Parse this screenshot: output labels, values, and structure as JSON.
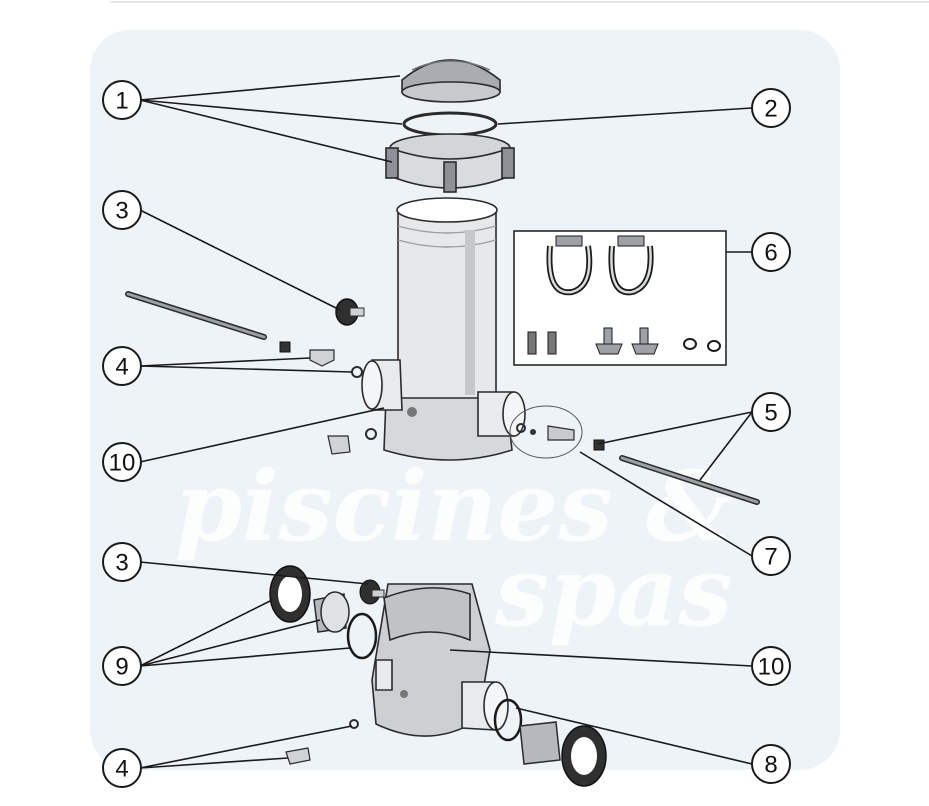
{
  "watermark": {
    "line1": "piscines &",
    "line2": "spas"
  },
  "colors": {
    "background": "#ffffff",
    "watermark_panel": "#eef3f7",
    "part_fill": "#e4e6e8",
    "part_shadow": "#b7bbbf",
    "dark_part": "#3a3a3a",
    "line": "#1a1a1a"
  },
  "callouts": [
    {
      "id": "c1",
      "label": "1"
    },
    {
      "id": "c2",
      "label": "2"
    },
    {
      "id": "c3a",
      "label": "3"
    },
    {
      "id": "c4a",
      "label": "4"
    },
    {
      "id": "c5",
      "label": "5"
    },
    {
      "id": "c6",
      "label": "6"
    },
    {
      "id": "c7",
      "label": "7"
    },
    {
      "id": "c10a",
      "label": "10"
    },
    {
      "id": "c3b",
      "label": "3"
    },
    {
      "id": "c9",
      "label": "9"
    },
    {
      "id": "c10b",
      "label": "10"
    },
    {
      "id": "c4b",
      "label": "4"
    },
    {
      "id": "c8",
      "label": "8"
    }
  ]
}
